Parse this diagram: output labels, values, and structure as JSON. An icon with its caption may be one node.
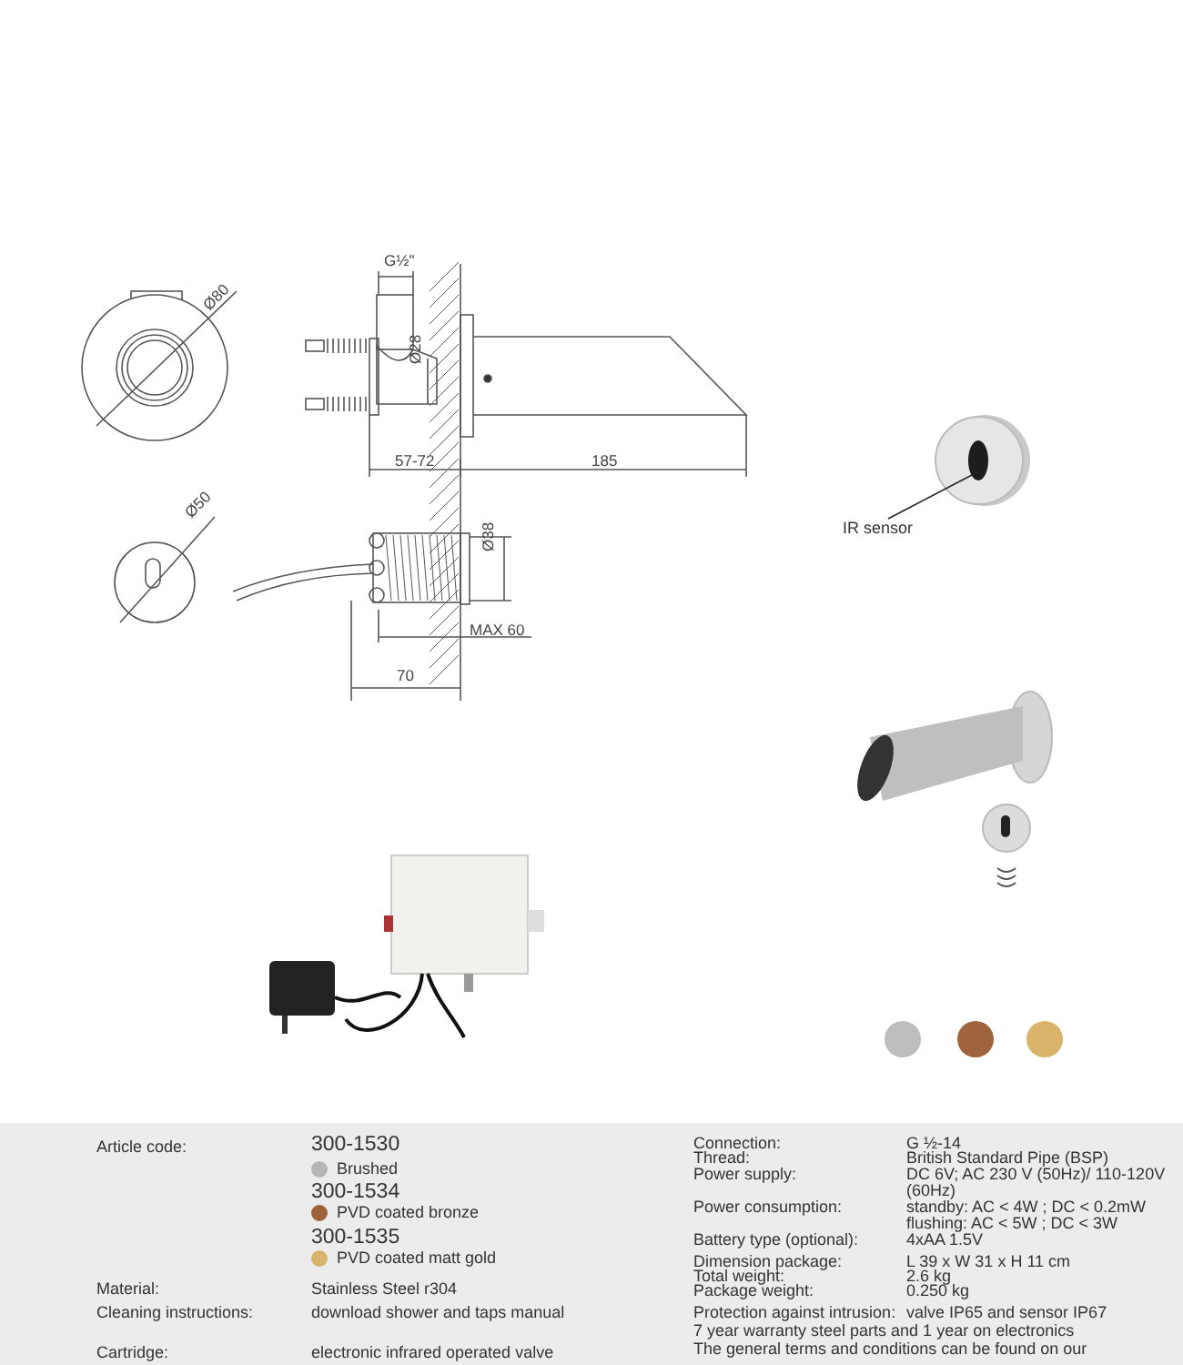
{
  "diagram": {
    "nodes": [
      {
        "text": [
          "IR sensor"
        ]
      },
      {
        "text": [],
        "shape": "oval"
      }
    ],
    "edges": [
      {
        "from": 0,
        "to": 1,
        "arrow": "none"
      }
    ],
    "labels": [
      "G½\"",
      "Ø80",
      "Ø28",
      "57-72",
      "185",
      "Ø50",
      "Ø38",
      "MAX 60",
      "70",
      "Article code:",
      "300-1530",
      "300-1534",
      "300-1535",
      "Material:",
      "Stainless Steel r304",
      "Cleaning instructions:",
      "download shower and taps manual",
      "Cartridge:",
      "electronic infrared operated valve",
      "Connection:",
      "G ½-14",
      "Thread:",
      "British Standard Pipe (BSP)",
      "Power supply:",
      "DC 6V; AC 230 V (50Hz)/ 110-120V (60Hz)",
      "Power consumption:",
      "standby: AC < 4W ; DC < 0.2mW",
      "flushing: AC < 5W ; DC < 3W",
      "Battery type (optional):",
      "4xAA 1.5V",
      "Dimension package:",
      "L 39 x W 31 x H 11 cm",
      "Total weight:",
      "2.6 kg",
      "Package weight:",
      "0.250 kg",
      "Protection against intrusion:",
      "valve IP65 and sensor IP67",
      "7 year warranty steel parts and 1 year on electronics",
      "The general terms and conditions can be found on our"
    ],
    "legend": [
      {
        "text": "Brushed",
        "color": "#b5b5b5"
      },
      {
        "text": "PVD coated bronze",
        "color": "#9c6238"
      },
      {
        "text": "PVD coated matt gold",
        "color": "#d8b36a"
      }
    ]
  }
}
